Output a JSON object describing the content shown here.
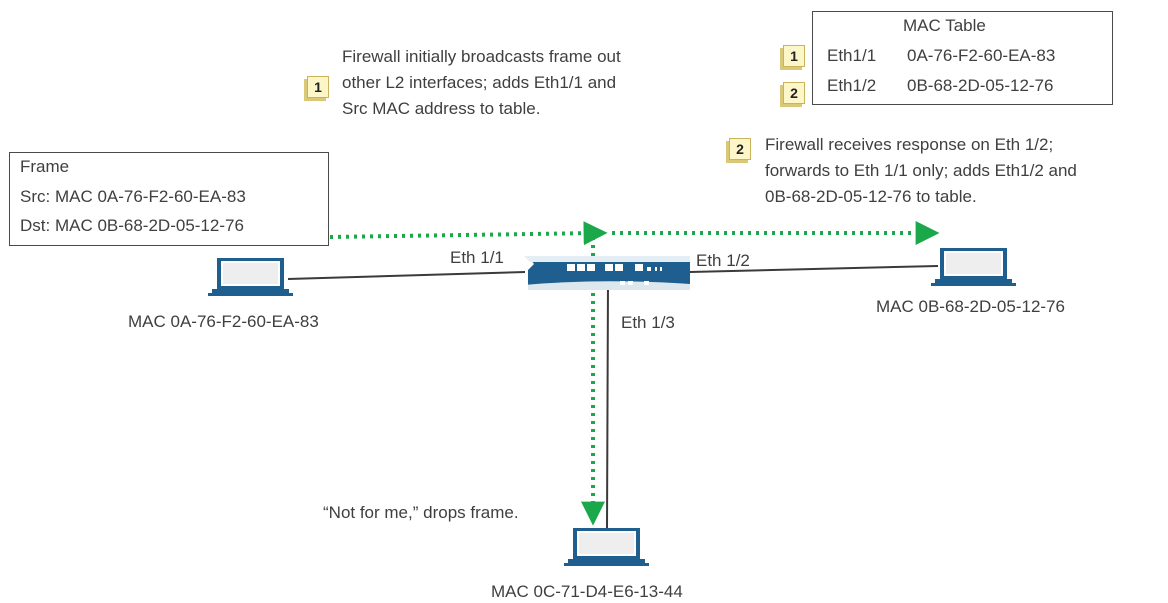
{
  "frame_box": {
    "title": "Frame",
    "src": "Src: MAC 0A-76-F2-60-EA-83",
    "dst": "Dst: MAC 0B-68-2D-05-12-76"
  },
  "mac_table": {
    "title": "MAC Table",
    "rows": [
      {
        "badge": "1",
        "interface": "Eth1/1",
        "mac": "0A-76-F2-60-EA-83"
      },
      {
        "badge": "2",
        "interface": "Eth1/2",
        "mac": "0B-68-2D-05-12-76"
      }
    ]
  },
  "note1": {
    "badge": "1",
    "lines": [
      "Firewall initially broadcasts frame out",
      "other L2 interfaces; adds Eth1/1 and",
      "Src MAC address to table."
    ]
  },
  "note2": {
    "badge": "2",
    "lines": [
      "Firewall receives response on Eth 1/2;",
      "forwards to Eth 1/1 only; adds Eth1/2 and",
      "0B-68-2D-05-12-76 to table."
    ]
  },
  "ports": {
    "eth11": "Eth 1/1",
    "eth12": "Eth 1/2",
    "eth13": "Eth 1/3"
  },
  "hosts": {
    "left": "MAC 0A-76-F2-60-EA-83",
    "right": "MAC 0B-68-2D-05-12-76",
    "bottom": "MAC 0C-71-D4-E6-13-44"
  },
  "drop_note": "“Not for me,” drops frame.",
  "colors": {
    "arrow": "#1aa84a",
    "firewall": "#1f5f8f",
    "laptop": "#1f5f8f",
    "link": "#3a3a3a"
  },
  "icons": [
    "laptop-icon",
    "firewall-icon",
    "step-badge-icon"
  ]
}
